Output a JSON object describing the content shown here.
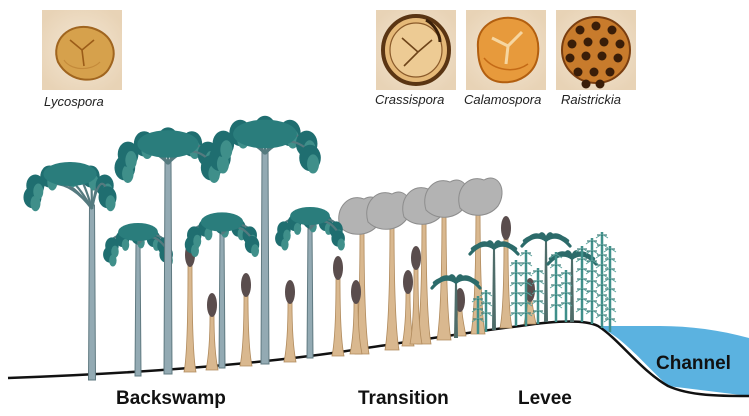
{
  "spores": [
    {
      "name": "Lycospora",
      "style": "lycospora"
    },
    {
      "name": "Crassispora",
      "style": "crassispora"
    },
    {
      "name": "Calamospora",
      "style": "calamospora"
    },
    {
      "name": "Raistrickia",
      "style": "raistrickia"
    }
  ],
  "zones": {
    "backswamp": "Backswamp",
    "transition": "Transition",
    "levee": "Levee",
    "channel": "Channel"
  },
  "colors": {
    "lycopsid_trunk": "#93aab3",
    "lycopsid_canopy": "#1f6e70",
    "sigillaria_trunk": "#d9b88f",
    "cone": "#5a4d4d",
    "cordaite_canopy": "#b3b3b3",
    "fern": "#2c6b6a",
    "calamites": "#3f8f8a",
    "water": "#5bb2e0",
    "ground_line": "#111111"
  }
}
